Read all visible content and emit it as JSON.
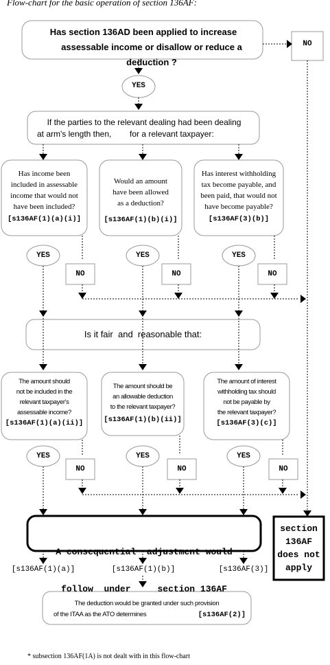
{
  "title": "Flow-chart for the basic operation of section 136AF:",
  "q1": {
    "line1": "Has section 136AD been applied to increase",
    "line2": "assessable income or disallow or reduce a deduction ?"
  },
  "no_top": "NO",
  "yes_top": "YES",
  "arms_length": {
    "line1": "If the parties to the relevant dealing had been dealing",
    "line2": "at arm's length then,        for a relevant taxpayer:"
  },
  "tests": [
    {
      "line1": "Has income been",
      "line2": "included in assessable",
      "line3": "income that would not",
      "line4": "have been included?",
      "ref": "[s136AF(1)(a)(i)]"
    },
    {
      "line1": "Would an amount",
      "line2": "have been allowed",
      "line3": "as a deduction?",
      "ref": "[s136AF(1)(b)(i)]"
    },
    {
      "line1": "Has interest withholding",
      "line2": "tax become payable, and",
      "line3": "been paid, that would not",
      "line4": "have become payable?",
      "ref": "[s136AF(3)(b)]"
    }
  ],
  "fair_reasonable": "Is it fair  and  reasonable that:",
  "fair_tests": [
    {
      "line1": "The amount should",
      "line2": "not be included in the",
      "line3": "relevant taxpayer's",
      "line4": "assessable income?",
      "ref": "[s136AF(1)(a)(ii)]"
    },
    {
      "line1": "The amount should be",
      "line2": "an allowable deduction",
      "line3": "to the relevant taxpayer?",
      "ref": "[s136AF(1)(b)(ii)]"
    },
    {
      "line1": "The amount of interest",
      "line2": "withholding tax should",
      "line3": "not be payable by",
      "line4": "the relevant taxpayer?",
      "ref": "[s136AF(3)(c)]"
    }
  ],
  "yes_label": "YES",
  "no_label": "NO",
  "consequential": {
    "line1": "A consequential  adjustment would",
    "line2": "follow  under     section 136AF"
  },
  "not_apply": {
    "line1": "section",
    "line2": "136AF",
    "line3": "does not",
    "line4": "apply"
  },
  "refs": [
    "[s136AF(1)(a)]",
    "[s136AF(1)(b)]",
    "[s136AF(3)]"
  ],
  "deduction": {
    "line1": "The deduction would be granted under such provision",
    "line2": "of the ITAA as the ATO determines",
    "ref": "[s136AF(2)]"
  },
  "footnote": "* subsection 136AF(1A) is not dealt with in this flow-chart"
}
